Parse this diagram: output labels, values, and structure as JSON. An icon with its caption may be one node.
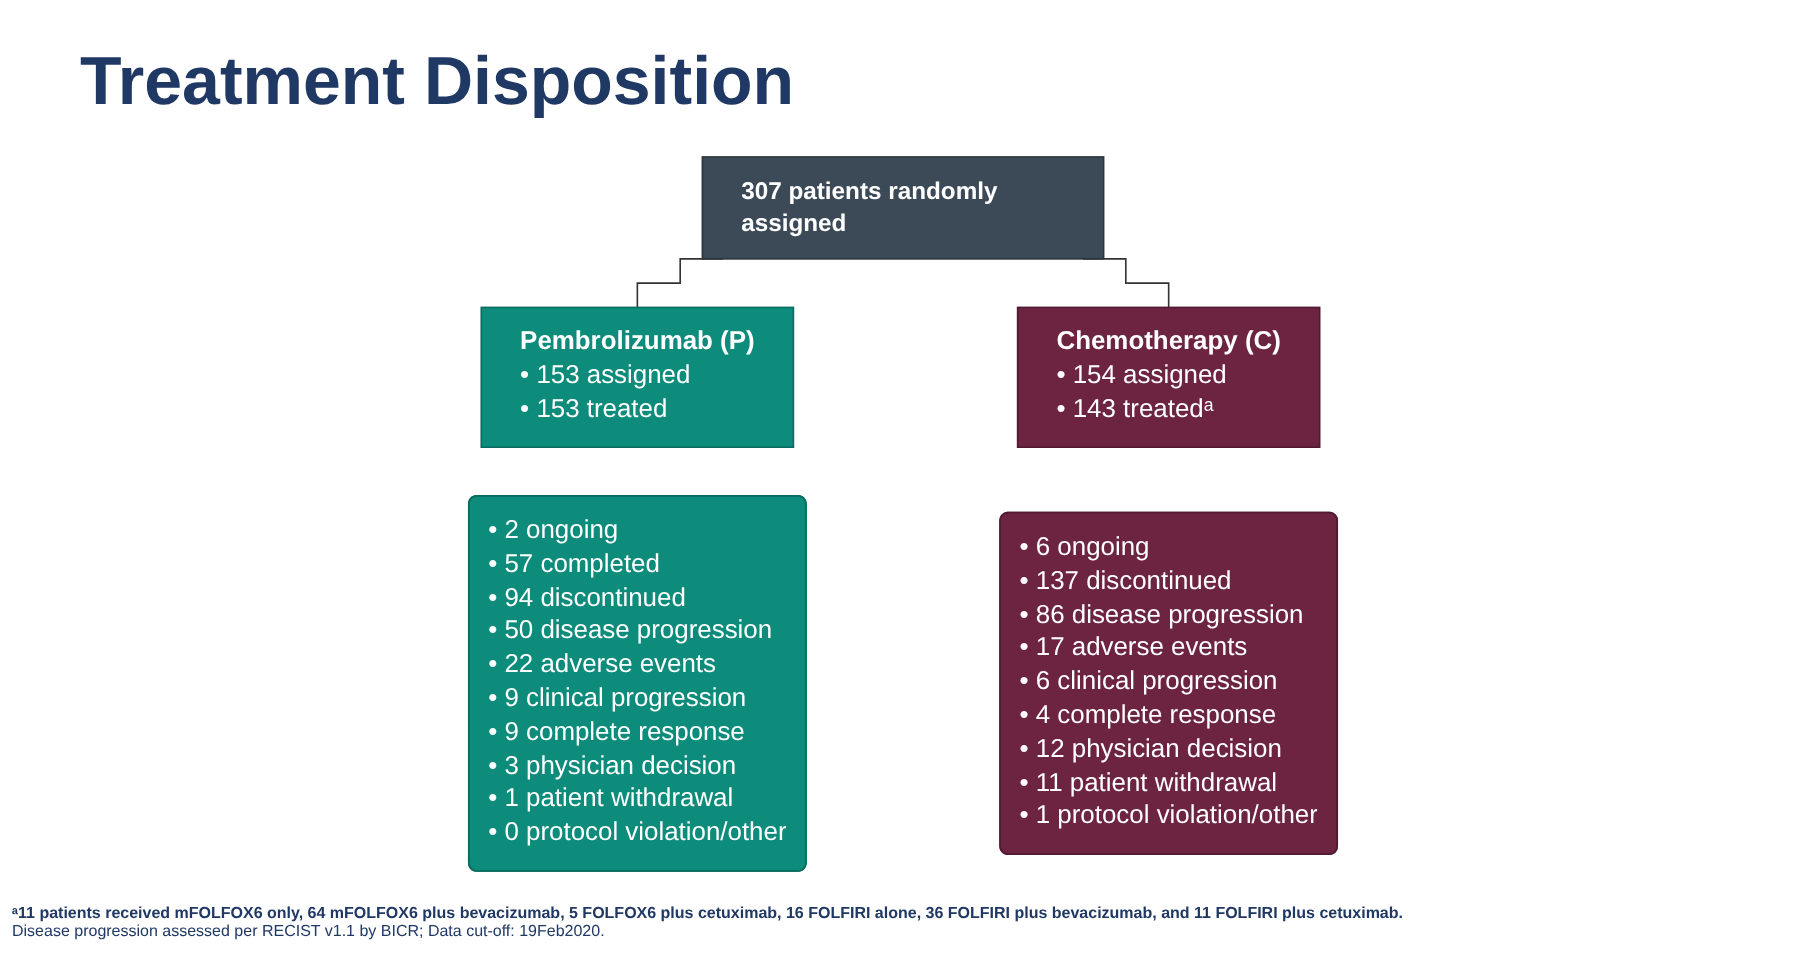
{
  "diagram": {
    "title": "Treatment Disposition",
    "nodes": [
      {
        "text": [
          "307 patients randomly assigned"
        ]
      },
      {
        "text": [
          "Pembrolizumab (P)",
          "• 153 assigned",
          "• 153 treated"
        ]
      },
      {
        "text": [
          "Chemotherapy (C)",
          "• 154 assigned",
          "• 143 treatedᵃ"
        ]
      },
      {
        "text": [
          "• 2 ongoing",
          "• 57 completed",
          "• 94 discontinued",
          "• 50 disease progression",
          "• 22 adverse events",
          "• 9 clinical progression",
          "• 9 complete response",
          "• 3 physician decision",
          "• 1 patient withdrawal",
          "• 0 protocol violation/other"
        ]
      },
      {
        "text": [
          "• 6 ongoing",
          "• 137 discontinued",
          "• 86 disease progression",
          "• 17 adverse events",
          "• 6 clinical progression",
          "• 4 complete response",
          "• 12 physician decision",
          "• 11 patient withdrawal",
          "• 1 protocol violation/other"
        ]
      }
    ],
    "edges": [
      {
        "from": 0,
        "to": 1,
        "arrow": "none"
      },
      {
        "from": 0,
        "to": 2,
        "arrow": "none"
      }
    ],
    "labels": [
      "ᵃ11 patients received mFOLFOX6 only, 64 mFOLFOX6 plus bevacizumab, 5 FOLFOX6 plus cetuximab, 16 FOLFIRI alone, 36 FOLFIRI plus bevacizumab, and 11 FOLFIRI plus cetuximab.",
      "Disease progression assessed per RECIST v1.1 by BICR; Data cut-off: 19Feb2020."
    ]
  }
}
